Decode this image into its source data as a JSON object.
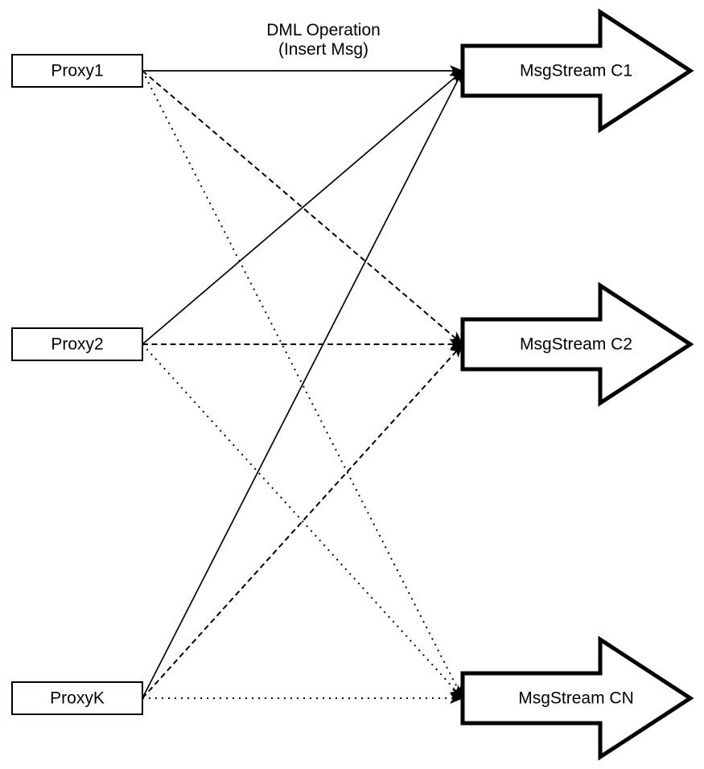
{
  "title": {
    "line1": "DML Operation",
    "line2": "(Insert Msg)"
  },
  "nodes": {
    "proxies": [
      {
        "id": "proxy1",
        "label": "Proxy1"
      },
      {
        "id": "proxy2",
        "label": "Proxy2"
      },
      {
        "id": "proxyk",
        "label": "ProxyK"
      }
    ],
    "streams": [
      {
        "id": "c1",
        "label": "MsgStream C1"
      },
      {
        "id": "c2",
        "label": "MsgStream C2"
      },
      {
        "id": "cn",
        "label": "MsgStream CN"
      }
    ]
  },
  "edges": [
    {
      "from": "proxy1",
      "to": "c1",
      "style": "solid"
    },
    {
      "from": "proxy2",
      "to": "c1",
      "style": "solid"
    },
    {
      "from": "proxyk",
      "to": "c1",
      "style": "solid"
    },
    {
      "from": "proxy1",
      "to": "c2",
      "style": "dashed"
    },
    {
      "from": "proxy2",
      "to": "c2",
      "style": "dashed"
    },
    {
      "from": "proxyk",
      "to": "c2",
      "style": "dashed"
    },
    {
      "from": "proxy1",
      "to": "cn",
      "style": "dotted"
    },
    {
      "from": "proxy2",
      "to": "cn",
      "style": "dotted"
    },
    {
      "from": "proxyk",
      "to": "cn",
      "style": "dotted"
    }
  ],
  "colors": {
    "stroke": "#000000",
    "fill": "#ffffff"
  }
}
